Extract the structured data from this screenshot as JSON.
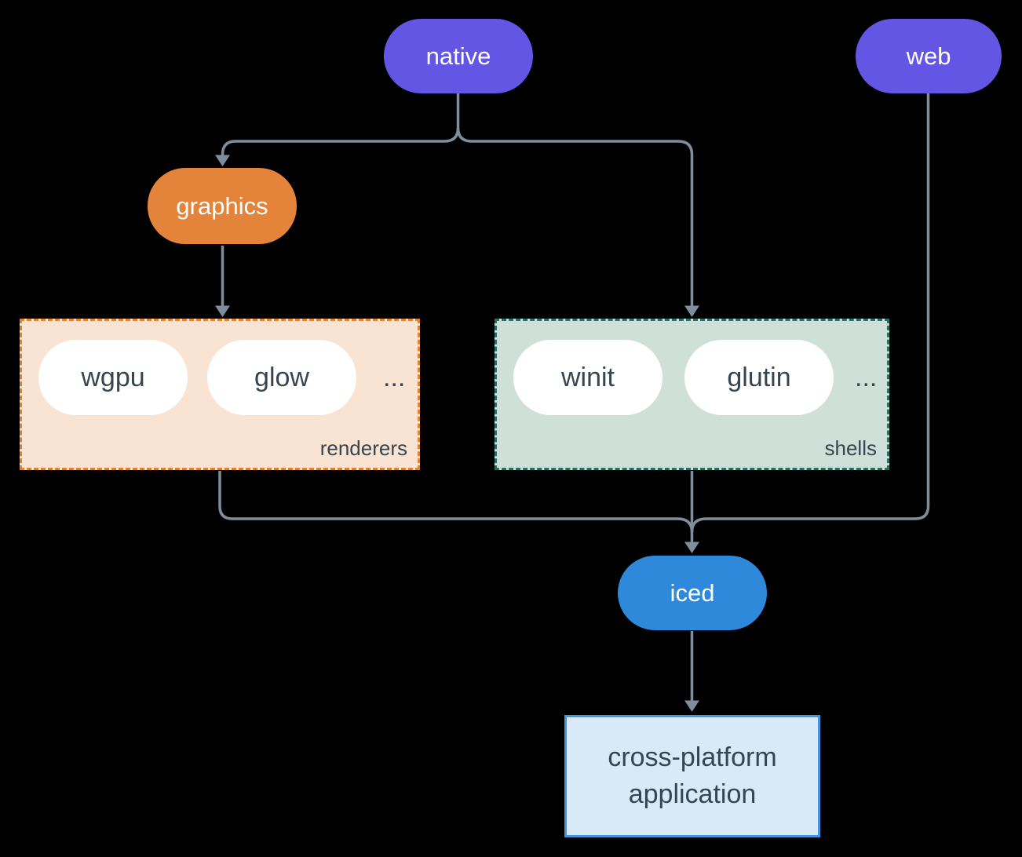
{
  "diagram": {
    "nodes": {
      "native": {
        "label": "native"
      },
      "web": {
        "label": "web"
      },
      "graphics": {
        "label": "graphics"
      },
      "iced": {
        "label": "iced"
      },
      "app": {
        "label": "cross-platform application"
      }
    },
    "groups": {
      "renderers": {
        "label": "renderers",
        "items": [
          "wgpu",
          "glow"
        ],
        "ellipsis": "..."
      },
      "shells": {
        "label": "shells",
        "items": [
          "winit",
          "glutin"
        ],
        "ellipsis": "..."
      }
    },
    "colors": {
      "background": "#000000",
      "purple": "#6456e4",
      "orange": "#e4843a",
      "blue": "#2e89da",
      "renderers_fill": "#f9e4d4",
      "renderers_border": "#e0832f",
      "shells_fill": "#cfe0d9",
      "shells_border": "#2b6e63",
      "app_fill": "#d8e9f8",
      "app_border": "#4395e2",
      "connector": "#7e8e9c",
      "pill_text_dark": "#36454f",
      "pill_fill_white": "#ffffff"
    }
  }
}
